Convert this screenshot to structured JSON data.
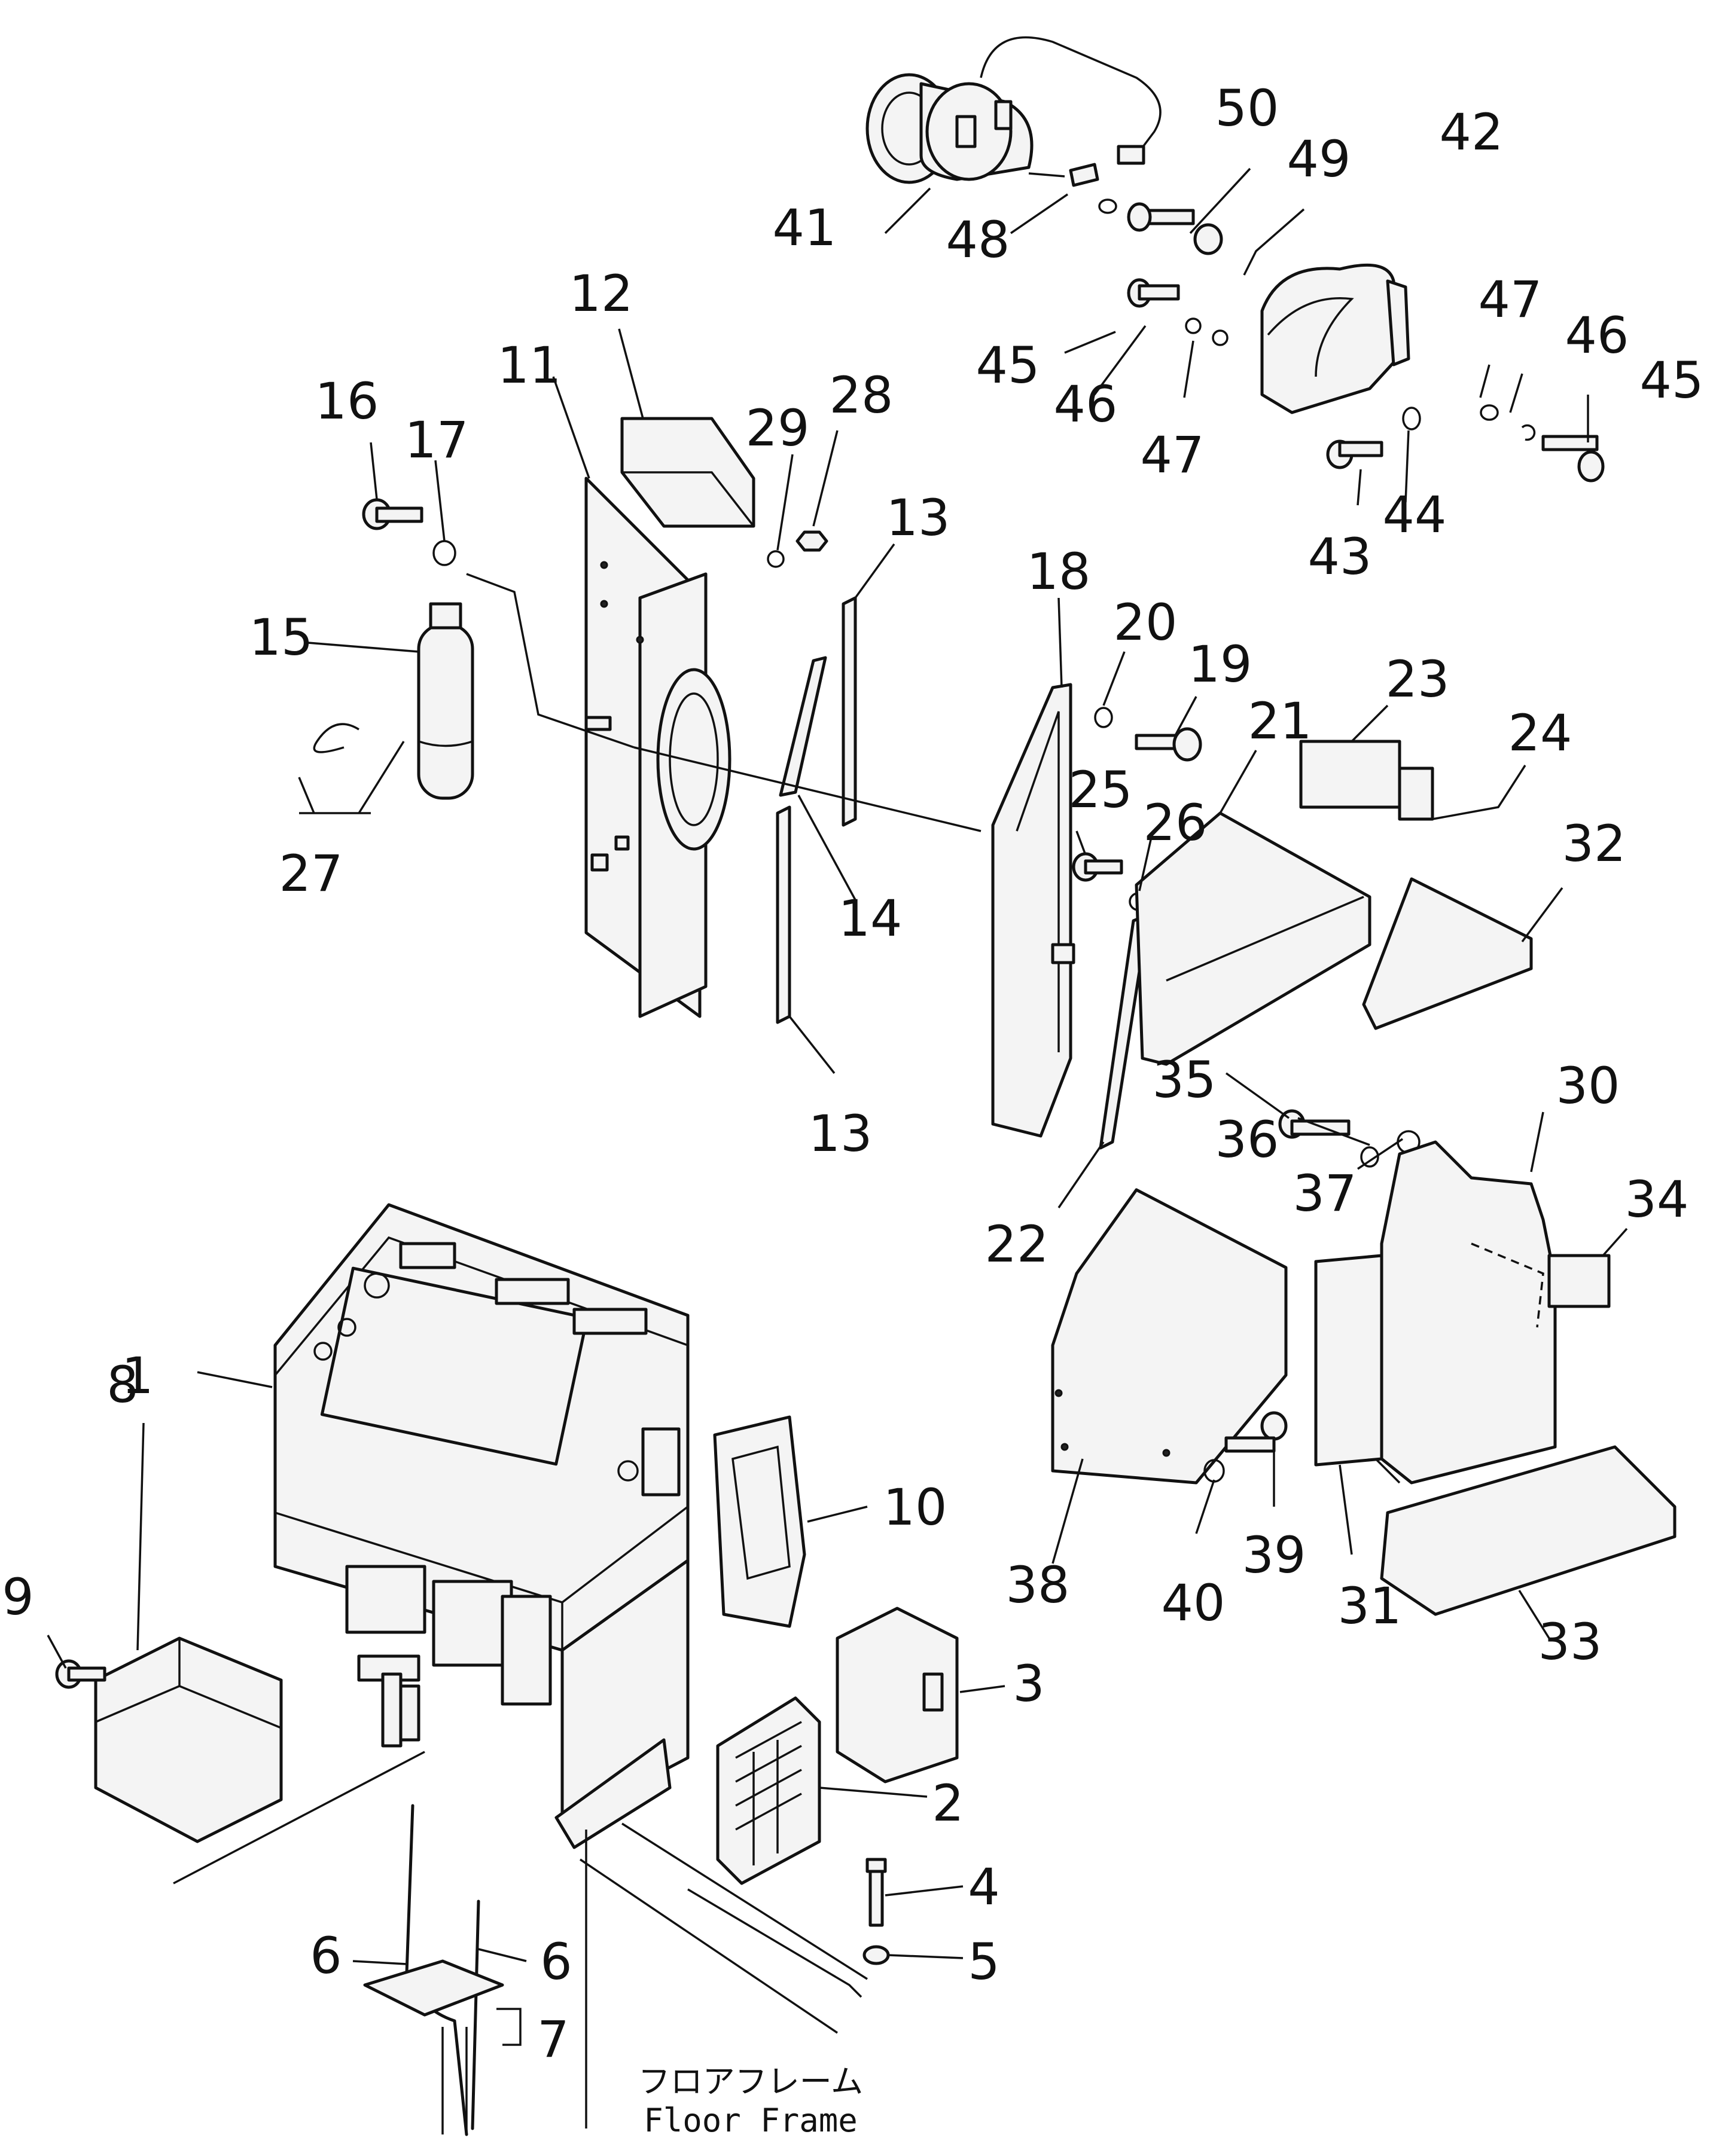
{
  "callouts": [
    {
      "id": "c1",
      "label": "1"
    },
    {
      "id": "c2",
      "label": "2"
    },
    {
      "id": "c3",
      "label": "3"
    },
    {
      "id": "c4",
      "label": "4"
    },
    {
      "id": "c5",
      "label": "5"
    },
    {
      "id": "c6a",
      "label": "6"
    },
    {
      "id": "c6b",
      "label": "6"
    },
    {
      "id": "c7",
      "label": "7"
    },
    {
      "id": "c8",
      "label": "8"
    },
    {
      "id": "c9",
      "label": "9"
    },
    {
      "id": "c10",
      "label": "10"
    },
    {
      "id": "c11",
      "label": "11"
    },
    {
      "id": "c12",
      "label": "12"
    },
    {
      "id": "c13a",
      "label": "13"
    },
    {
      "id": "c13b",
      "label": "13"
    },
    {
      "id": "c14",
      "label": "14"
    },
    {
      "id": "c15",
      "label": "15"
    },
    {
      "id": "c16",
      "label": "16"
    },
    {
      "id": "c17",
      "label": "17"
    },
    {
      "id": "c18",
      "label": "18"
    },
    {
      "id": "c19",
      "label": "19"
    },
    {
      "id": "c20",
      "label": "20"
    },
    {
      "id": "c21",
      "label": "21"
    },
    {
      "id": "c22",
      "label": "22"
    },
    {
      "id": "c23",
      "label": "23"
    },
    {
      "id": "c24",
      "label": "24"
    },
    {
      "id": "c25",
      "label": "25"
    },
    {
      "id": "c26",
      "label": "26"
    },
    {
      "id": "c27",
      "label": "27"
    },
    {
      "id": "c28",
      "label": "28"
    },
    {
      "id": "c29",
      "label": "29"
    },
    {
      "id": "c30",
      "label": "30"
    },
    {
      "id": "c31",
      "label": "31"
    },
    {
      "id": "c32",
      "label": "32"
    },
    {
      "id": "c33",
      "label": "33"
    },
    {
      "id": "c34",
      "label": "34"
    },
    {
      "id": "c35",
      "label": "35"
    },
    {
      "id": "c36",
      "label": "36"
    },
    {
      "id": "c37",
      "label": "37"
    },
    {
      "id": "c38",
      "label": "38"
    },
    {
      "id": "c39",
      "label": "39"
    },
    {
      "id": "c40",
      "label": "40"
    },
    {
      "id": "c41",
      "label": "41"
    },
    {
      "id": "c42",
      "label": "42"
    },
    {
      "id": "c43",
      "label": "43"
    },
    {
      "id": "c44",
      "label": "44"
    },
    {
      "id": "c45a",
      "label": "45"
    },
    {
      "id": "c45b",
      "label": "45"
    },
    {
      "id": "c46a",
      "label": "46"
    },
    {
      "id": "c46b",
      "label": "46"
    },
    {
      "id": "c47a",
      "label": "47"
    },
    {
      "id": "c47b",
      "label": "47"
    },
    {
      "id": "c48",
      "label": "48"
    },
    {
      "id": "c49",
      "label": "49"
    },
    {
      "id": "c50",
      "label": "50"
    }
  ],
  "caption": {
    "japanese": "フロアフレーム",
    "english": "Floor Frame"
  }
}
